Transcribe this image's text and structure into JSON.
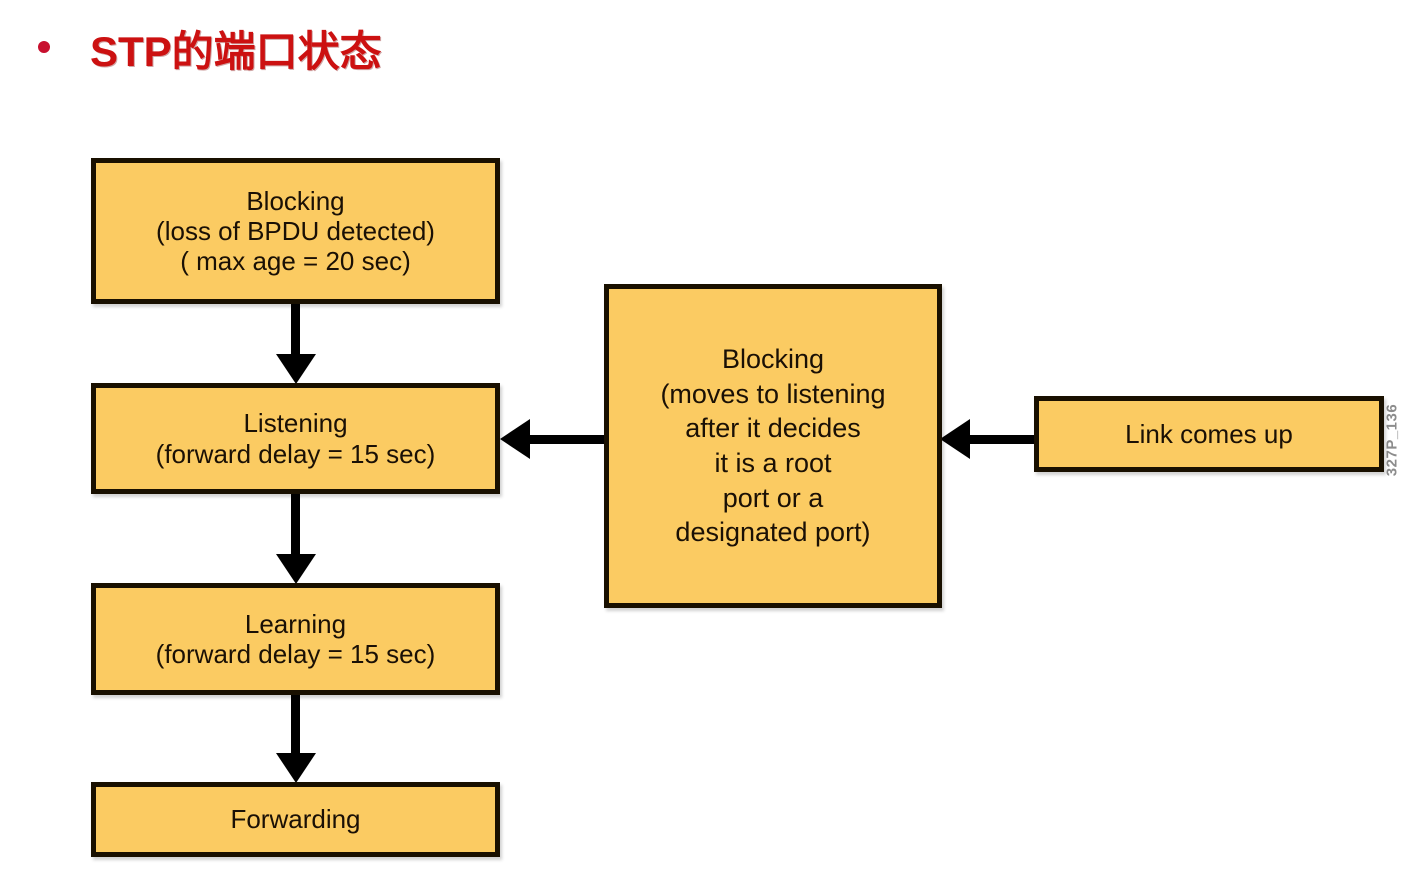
{
  "slide": {
    "title": "STP的端口状态",
    "bullet_glyph": "•",
    "accent_color": "#cc1111",
    "box_fill_color": "#fbcb62",
    "box_border_color": "#191000",
    "background_color": "#ffffff",
    "watermark": "327P_136"
  },
  "diagram_data": {
    "type": "flowchart",
    "title": "STP的端口状态",
    "nodes": [
      {
        "id": "blocking",
        "label": "Blocking\n(loss of BPDU detected)\n( max age = 20 sec)",
        "lines": [
          "Blocking",
          "(loss of BPDU detected)",
          "( max age = 20 sec)"
        ],
        "column": "left",
        "timer": "max age = 20 sec"
      },
      {
        "id": "listening",
        "label": "Listening\n(forward delay = 15 sec)",
        "lines": [
          "Listening",
          "(forward delay = 15 sec)"
        ],
        "column": "left",
        "timer": "forward delay = 15 sec"
      },
      {
        "id": "learning",
        "label": "Learning\n(forward delay = 15 sec)",
        "lines": [
          "Learning",
          "(forward delay = 15 sec)"
        ],
        "column": "left",
        "timer": "forward delay = 15 sec"
      },
      {
        "id": "forwarding",
        "label": "Forwarding",
        "lines": [
          "Forwarding"
        ],
        "column": "left",
        "timer": ""
      },
      {
        "id": "blocking-detail",
        "label": "Blocking\n(moves to listening\nafter it decides\nit is a root\nport or a\ndesignated port)",
        "lines": [
          "Blocking",
          "(moves to listening",
          "after it decides",
          "it is a root",
          "port or a",
          "designated port)"
        ],
        "column": "center",
        "timer": ""
      },
      {
        "id": "link-up",
        "label": "Link comes up",
        "lines": [
          "Link comes up"
        ],
        "column": "right",
        "timer": ""
      }
    ],
    "edges": [
      {
        "from": "blocking",
        "to": "listening",
        "direction": "down"
      },
      {
        "from": "listening",
        "to": "learning",
        "direction": "down"
      },
      {
        "from": "learning",
        "to": "forwarding",
        "direction": "down"
      },
      {
        "from": "blocking-detail",
        "to": "listening",
        "direction": "left"
      },
      {
        "from": "link-up",
        "to": "blocking-detail",
        "direction": "left"
      }
    ]
  }
}
